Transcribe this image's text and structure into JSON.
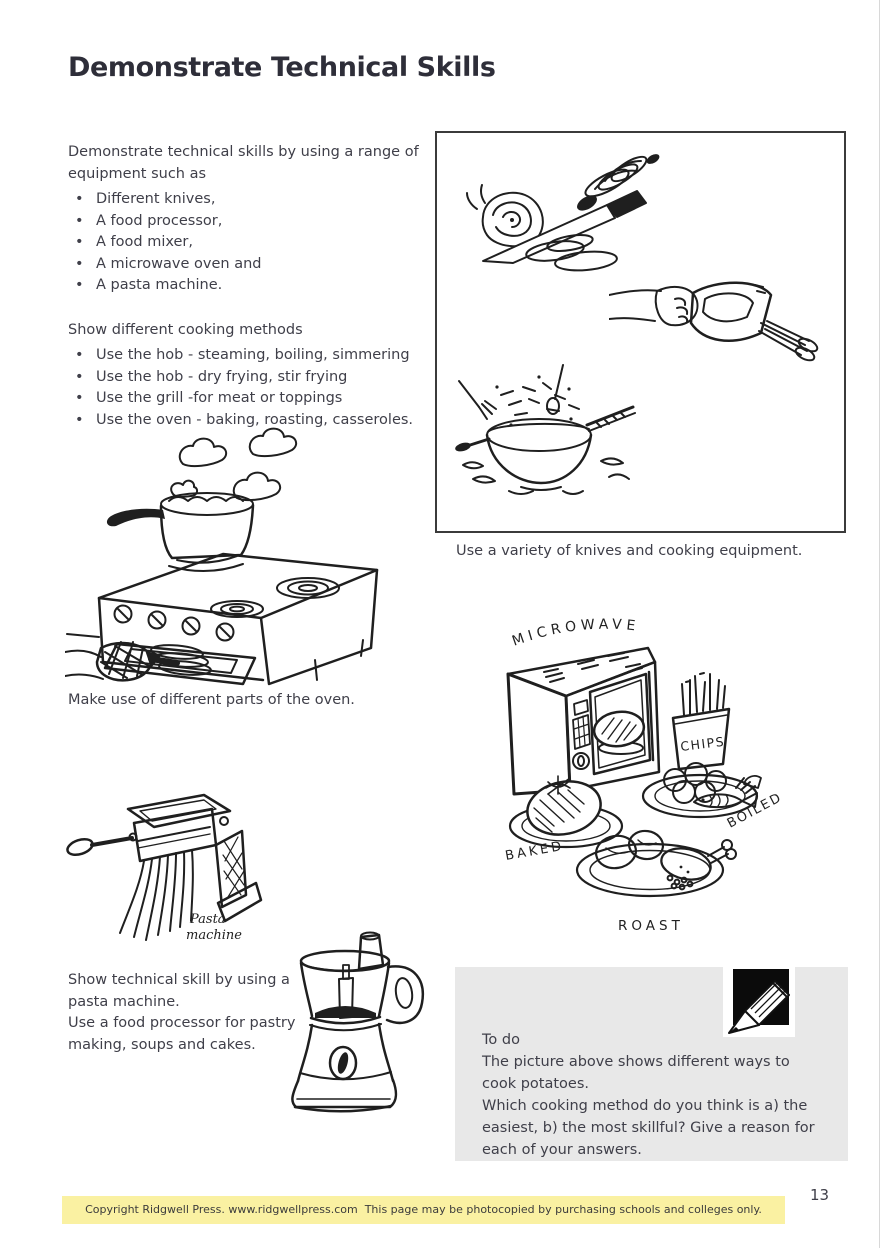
{
  "title": "Demonstrate Technical Skills",
  "intro": {
    "lead": "Demonstrate technical skills by using a range of equipment such as",
    "equipment": [
      "Different knives,",
      "A food processor,",
      "A food mixer,",
      "A microwave oven and",
      "A pasta machine."
    ],
    "methods_lead": "Show different cooking methods",
    "methods": [
      "Use the hob - steaming, boiling, simmering",
      "Use the hob - dry frying, stir frying",
      "Use the grill -for meat or toppings",
      "Use the oven - baking, roasting, casseroles."
    ]
  },
  "captions": {
    "knives": "Use a variety of knives and cooking equipment.",
    "oven": "Make use of different parts of the oven."
  },
  "microwave_labels": {
    "microwave": "MICROWAVE",
    "chips": "CHIPS",
    "baked": "BAKED",
    "boiled": "BOILED",
    "roast": "ROAST"
  },
  "pasta": {
    "label_line1": "Pasta",
    "label_line2": "machine",
    "text": [
      "Show technical skill by using a pasta machine.",
      "Use a food processor for pastry making, soups and cakes."
    ]
  },
  "todo": {
    "heading": "To do",
    "lines": [
      "The picture above shows different ways to cook potatoes.",
      "Which cooking method do you think is a) the easiest, b) the most skillful? Give a reason for each of your answers."
    ]
  },
  "footer": {
    "copyright": "Copyright Ridgwell Press. www.ridgwellpress.com  This page may be photocopied by purchasing schools and colleges only.",
    "page_number": "13"
  },
  "colors": {
    "text": "#3f3f49",
    "title": "#2e2e39",
    "footer_bar": "#faf1a2",
    "todo_bg": "#e8e8e8",
    "ink": "#1f1f1f"
  }
}
